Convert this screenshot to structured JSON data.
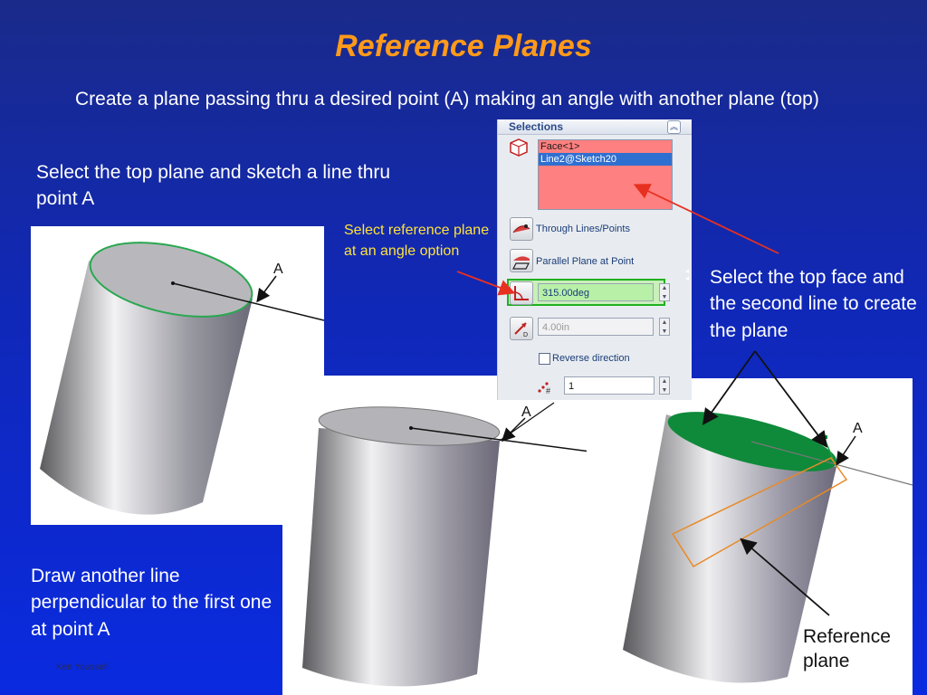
{
  "slide": {
    "title": "Reference Planes",
    "subtitle": "Create a plane passing thru a desired point (A) making an angle with another plane (top)",
    "step1": "Select the top plane and sketch a line thru point A",
    "callout_option": "Select reference plane at an angle option",
    "callout_face": "Select the top face and the second line to create the plane",
    "step2": "Draw another line perpendicular to the first one at point A",
    "reference_plane_label": "Reference plane",
    "point_label": "A",
    "footer": "Ken Youssefi"
  },
  "panel": {
    "header": "Selections",
    "collapse_glyph": "︽",
    "list": [
      "Face<1>",
      "Line2@Sketch20"
    ],
    "through_lines": "Through Lines/Points",
    "parallel_plane": "Parallel Plane at Point",
    "angle_value": "315.00deg",
    "offset_value": "4.00in",
    "reverse_direction": "Reverse direction",
    "instances": "1",
    "hash": "#",
    "d_marker": "D"
  },
  "colors": {
    "title": "#ff9a1a",
    "callout": "#ffe23a",
    "selection_fill": "#ff8080",
    "highlight": "#20b020",
    "arrow_red": "#e83020"
  }
}
